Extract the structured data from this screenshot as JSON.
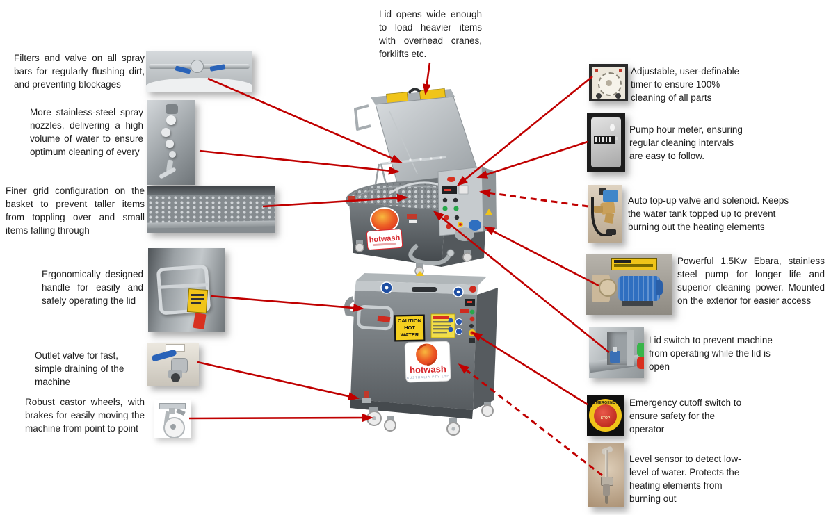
{
  "page": {
    "background": "#ffffff"
  },
  "colors": {
    "arrow_red": "#c00000",
    "logo_red": "#d7262c",
    "caution_yellow": "#f5d020",
    "steel": "#9aa0a4"
  },
  "top_note": {
    "text": "Lid opens wide enough to load heavier items with overhead cranes, forklifts etc."
  },
  "left_callouts": [
    {
      "id": "filters",
      "text": "Filters and valve on all spray bars for regularly  flushing dirt, and preventing blockages"
    },
    {
      "id": "nozzles",
      "text": "More stainless-steel spray nozzles, delivering a high volume of water to ensure optimum cleaning of every"
    },
    {
      "id": "grid",
      "text": "Finer grid configuration  on the basket to prevent taller items from toppling over and small items falling through"
    },
    {
      "id": "handle",
      "text": "Ergonomically designed handle for easily and safely operating the lid"
    },
    {
      "id": "outlet",
      "text": "Outlet valve for fast, simple draining of the machine"
    },
    {
      "id": "castor",
      "text": "Robust castor wheels, with brakes for easily moving the machine from point to point"
    }
  ],
  "right_callouts": [
    {
      "id": "timer",
      "text": "Adjustable, user-definable timer to ensure 100% cleaning of all parts"
    },
    {
      "id": "hour_meter",
      "text": "Pump hour meter, ensuring regular cleaning intervals are easy to follow."
    },
    {
      "id": "solenoid",
      "text": "Auto top-up valve and solenoid. Keeps the water tank topped up to prevent burning out the heating elements"
    },
    {
      "id": "pump",
      "text": "Powerful 1.5Kw Ebara, stainless steel pump for longer life and superior cleaning power. Mounted on the exterior for easier access"
    },
    {
      "id": "lid_switch",
      "text": "Lid switch to prevent machine from operating while the lid is open"
    },
    {
      "id": "emergency",
      "text": "Emergency cutoff switch to ensure safety for the operator"
    },
    {
      "id": "level_sensor",
      "text": "Level sensor to detect low-level of water. Protects the heating elements from burning out"
    }
  ],
  "machine": {
    "brand": "hotwash",
    "brand_sub": "AUSTRALIA PTY LTD",
    "caution": {
      "line1": "CAUTION",
      "line2": "HOT",
      "line3": "WATER"
    }
  },
  "photo_labels": {
    "emergency_ring": "EMERGENCY",
    "emergency_button": "STOP"
  }
}
